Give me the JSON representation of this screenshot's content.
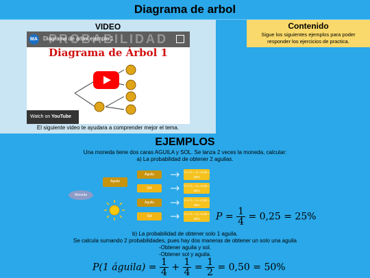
{
  "page": {
    "title": "Diagrama de arbol"
  },
  "video": {
    "heading": "VIDEO",
    "channel_initials": "MA",
    "title": "Diagrama de arbol ejemplo 1",
    "watermark": "PROBABILIDAD",
    "inner_title": "Diagrama de Árbol 1",
    "watch_label": "Watch on",
    "youtube_label": "YouTube",
    "caption": "El siguiente video te ayudara a comprender mejor el tema."
  },
  "contenido": {
    "heading": "Contenido",
    "text": "Sigue los siguientes ejemplos para poder responder los ejercicios de practica."
  },
  "examples": {
    "heading": "EJEMPLOS",
    "intro": "Una moneda tiene dos caras AGUILA y SOL. Se lanza 2 veces la moneda, calcular:",
    "part_a": "a) La probabilidad de obtener 2 aguilas.",
    "part_b": "b) La probabilidad de obtener solo 1 aguila.",
    "part_b_explain": "Se calcula sumando 2 probabilidades, pues hay dos maneras de obtener un solo una aguila",
    "option1": "-Obtener aguila y sol.",
    "option2": "-Obtener sol y aguila."
  },
  "diagram": {
    "root": "Moneda",
    "level1": [
      "Aguila",
      "Sol"
    ],
    "level2": [
      "Aguila",
      "Sol",
      "Aguila",
      "Sol"
    ],
    "results": [
      "½ x ½ = ¼ =0,25 = 25%",
      "½ x ½ = ¼ =0,25 = 25%",
      "½ x ½ = ¼ =0,25 = 25%",
      "½ x ½ = ¼ =0,25 = 25%"
    ]
  },
  "formula_a": {
    "lhs": "P =",
    "num": "1",
    "den": "4",
    "rhs": "= 0,25 = 25%"
  },
  "formula_b": {
    "lhs": "P(1 águila) =",
    "f1_num": "1",
    "f1_den": "4",
    "plus": "+",
    "f2_num": "1",
    "f2_den": "4",
    "eq": "=",
    "f3_num": "1",
    "f3_den": "2",
    "rhs": "= 0,50 = 50%"
  },
  "colors": {
    "background": "#2aa8e9",
    "video_panel": "#c9e4f2",
    "content_panel": "#f9d96b",
    "aguila_box": "#c8940e",
    "sol_box": "#f2b516",
    "result_box": "#f5c21e"
  }
}
